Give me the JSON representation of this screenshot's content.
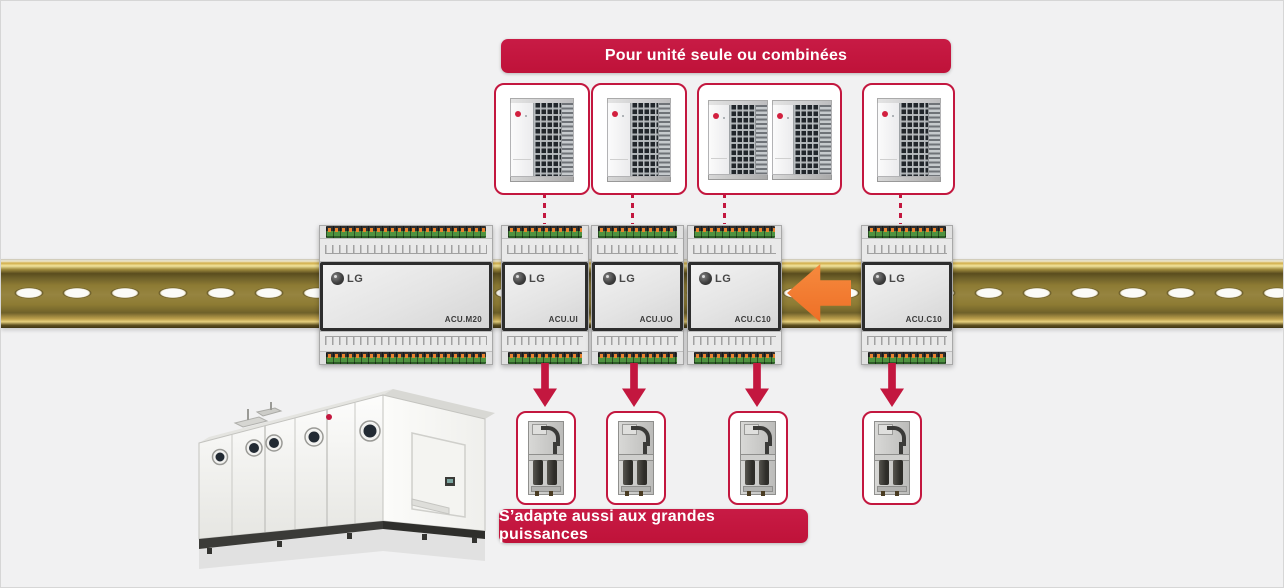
{
  "brand": "LG",
  "top_banner": "Pour unité seule ou combinées",
  "bottom_banner": "S’adapte aussi aux grandes puissances",
  "modules": [
    {
      "label": "ACU.M20"
    },
    {
      "label": "ACU.UI"
    },
    {
      "label": "ACU.UO"
    },
    {
      "label": "ACU.C10"
    },
    {
      "label": "ACU.C10"
    }
  ],
  "outdoor_unit_groups": [
    {
      "units": 1
    },
    {
      "units": 1
    },
    {
      "units": 2
    },
    {
      "units": 1
    }
  ],
  "colors": {
    "accent_red": "#c3173f",
    "arrow_orange": "#f0762f",
    "rail_gold": "#8d7b33",
    "background": "#f1f1f2"
  }
}
